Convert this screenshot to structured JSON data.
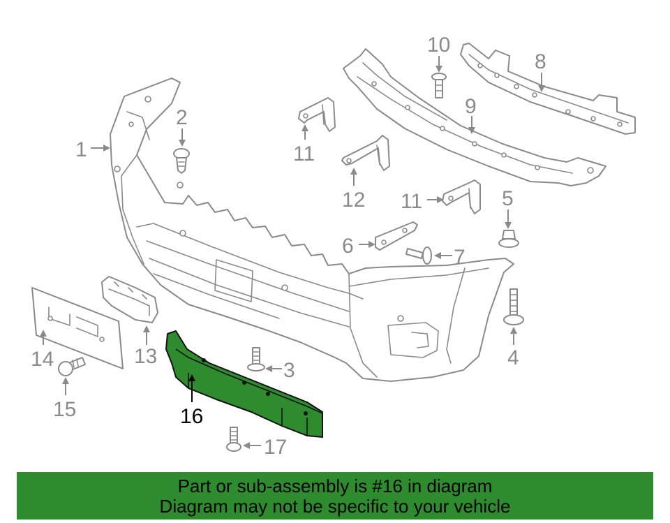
{
  "banner": {
    "line1": "Part or sub-assembly is #16 in diagram",
    "line2": "Diagram may not be specific to your vehicle",
    "color": "#2e8b2e"
  },
  "diagram": {
    "highlighted_part": "16",
    "highlight_color": "#2e8b2e",
    "callouts": [
      "1",
      "2",
      "3",
      "4",
      "5",
      "6",
      "7",
      "8",
      "9",
      "10",
      "11",
      "11",
      "12",
      "13",
      "14",
      "15",
      "16",
      "17"
    ]
  }
}
